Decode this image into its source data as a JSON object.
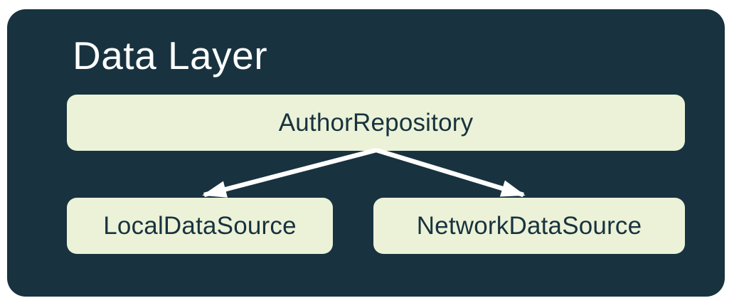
{
  "diagram": {
    "title": "Data Layer",
    "nodes": [
      {
        "id": "author-repository",
        "label": "AuthorRepository"
      },
      {
        "id": "local-data-source",
        "label": "LocalDataSource"
      },
      {
        "id": "network-data-source",
        "label": "NetworkDataSource"
      }
    ],
    "edges": [
      {
        "from": "author-repository",
        "to": "local-data-source",
        "arrowhead": "filled-triangle"
      },
      {
        "from": "author-repository",
        "to": "network-data-source",
        "arrowhead": "filled-triangle"
      }
    ]
  },
  "colors": {
    "page-bg": "#ffffff",
    "panel-bg": "#18333F",
    "node-bg": "#ECF2D8",
    "node-text": "#18333F",
    "title-text": "#ffffff",
    "arrow": "#ffffff"
  }
}
